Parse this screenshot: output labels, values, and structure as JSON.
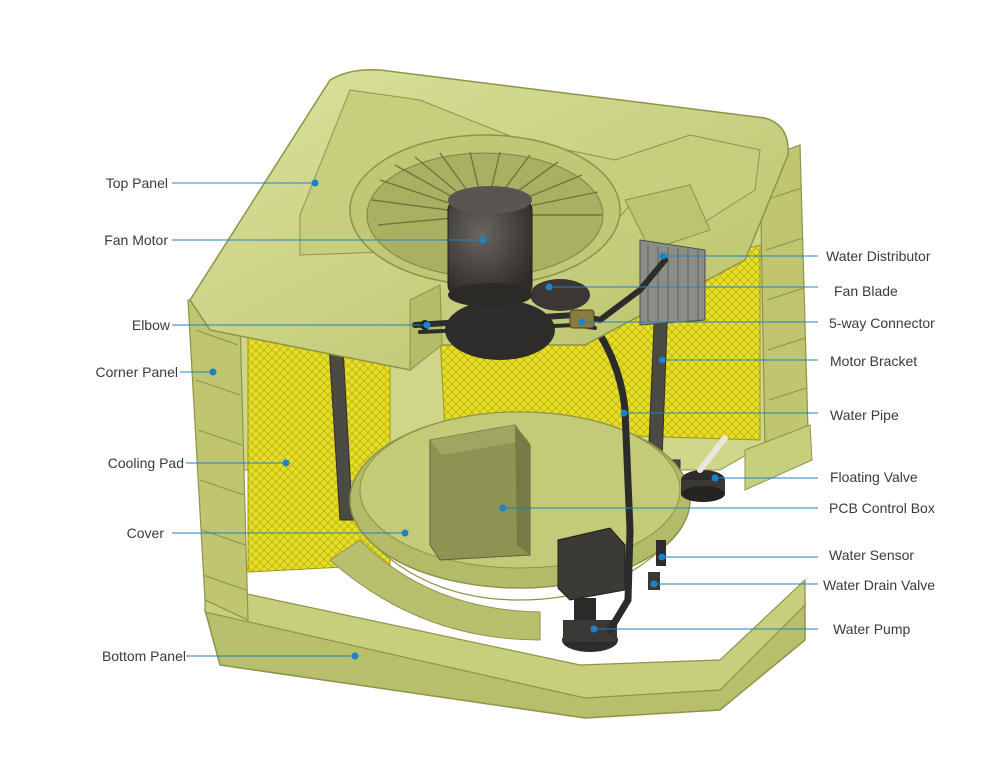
{
  "colors": {
    "housing": "#c9d17e",
    "housing_dark": "#a7b05a",
    "housing_light": "#dde39f",
    "pad": "#e9e12a",
    "motor": "#4a4642",
    "pipe": "#2f2f2f",
    "leader": "#1b84c6",
    "text": "#3a3a3a"
  },
  "labels_left": [
    {
      "id": "top-panel",
      "text": "Top Panel"
    },
    {
      "id": "fan-motor",
      "text": "Fan Motor"
    },
    {
      "id": "elbow",
      "text": "Elbow"
    },
    {
      "id": "corner-panel",
      "text": "Corner Panel"
    },
    {
      "id": "cooling-pad",
      "text": "Cooling Pad"
    },
    {
      "id": "cover",
      "text": "Cover"
    },
    {
      "id": "bottom-panel",
      "text": "Bottom Panel"
    }
  ],
  "labels_right": [
    {
      "id": "water-distributor",
      "text": "Water Distributor"
    },
    {
      "id": "fan-blade",
      "text": "Fan Blade"
    },
    {
      "id": "5-way-connector",
      "text": "5-way Connector"
    },
    {
      "id": "motor-bracket",
      "text": "Motor Bracket"
    },
    {
      "id": "water-pipe",
      "text": "Water Pipe"
    },
    {
      "id": "floating-valve",
      "text": "Floating Valve"
    },
    {
      "id": "pcb-control-box",
      "text": "PCB Control Box"
    },
    {
      "id": "water-sensor",
      "text": "Water Sensor"
    },
    {
      "id": "water-drain-valve",
      "text": "Water Drain Valve"
    },
    {
      "id": "water-pump",
      "text": "Water Pump"
    }
  ]
}
